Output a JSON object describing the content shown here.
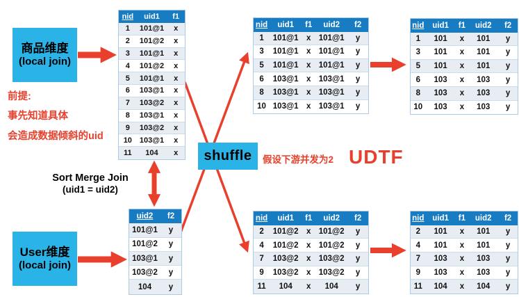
{
  "labels": {
    "product_box": {
      "line1": "商品维度",
      "line2": "(local join)"
    },
    "user_box": {
      "line1": "User维度",
      "line2": "(local join)"
    },
    "shuffle": "shuffle",
    "premise_line1": "前提:",
    "premise_line2": "事先知道具体",
    "premise_line3": "会造成数据倾斜的uid",
    "smj_line1": "Sort Merge Join",
    "smj_line2": "(uid1 = uid2)",
    "downstream_note": "假设下游并发为2",
    "udtf": "UDTF"
  },
  "colors": {
    "accent_red": "#e8402c",
    "box_cyan": "#29b3e6",
    "table_header_blue": "#187cc3",
    "row_shaded": "#e8edf4"
  },
  "tables": {
    "product_table": {
      "columns": [
        "nid",
        "uid1",
        "f1"
      ],
      "rows": [
        [
          "1",
          "101@1",
          "x"
        ],
        [
          "2",
          "101@2",
          "x"
        ],
        [
          "3",
          "101@1",
          "x"
        ],
        [
          "4",
          "101@2",
          "x"
        ],
        [
          "5",
          "101@1",
          "x"
        ],
        [
          "6",
          "103@1",
          "x"
        ],
        [
          "7",
          "103@2",
          "x"
        ],
        [
          "8",
          "103@1",
          "x"
        ],
        [
          "9",
          "103@2",
          "x"
        ],
        [
          "10",
          "103@1",
          "x"
        ],
        [
          "11",
          "104",
          "x"
        ]
      ]
    },
    "user_table": {
      "columns": [
        "uid2",
        "f2"
      ],
      "rows": [
        [
          "101@1",
          "y"
        ],
        [
          "101@2",
          "y"
        ],
        [
          "103@1",
          "y"
        ],
        [
          "103@2",
          "y"
        ],
        [
          "104",
          "y"
        ]
      ]
    },
    "shuffle_out_top": {
      "columns": [
        "nid",
        "uid1",
        "f1",
        "uid2",
        "f2"
      ],
      "rows": [
        [
          "1",
          "101@1",
          "x",
          "101@1",
          "y"
        ],
        [
          "3",
          "101@1",
          "x",
          "101@1",
          "y"
        ],
        [
          "5",
          "101@1",
          "x",
          "101@1",
          "y"
        ],
        [
          "6",
          "103@1",
          "x",
          "103@1",
          "y"
        ],
        [
          "8",
          "103@1",
          "x",
          "103@1",
          "y"
        ],
        [
          "10",
          "103@1",
          "x",
          "103@1",
          "y"
        ]
      ]
    },
    "shuffle_out_bottom": {
      "columns": [
        "nid",
        "uid1",
        "f1",
        "uid2",
        "f2"
      ],
      "rows": [
        [
          "2",
          "101@2",
          "x",
          "101@2",
          "y"
        ],
        [
          "4",
          "101@2",
          "x",
          "101@2",
          "y"
        ],
        [
          "7",
          "103@2",
          "x",
          "103@2",
          "y"
        ],
        [
          "9",
          "103@2",
          "x",
          "103@2",
          "y"
        ],
        [
          "11",
          "104",
          "x",
          "104",
          "y"
        ]
      ]
    },
    "udtf_out_top": {
      "columns": [
        "nid",
        "uid1",
        "f1",
        "uid2",
        "f2"
      ],
      "rows": [
        [
          "1",
          "101",
          "x",
          "101",
          "y"
        ],
        [
          "3",
          "101",
          "x",
          "101",
          "y"
        ],
        [
          "5",
          "101",
          "x",
          "101",
          "y"
        ],
        [
          "6",
          "103",
          "x",
          "103",
          "y"
        ],
        [
          "8",
          "103",
          "x",
          "103",
          "y"
        ],
        [
          "10",
          "103",
          "x",
          "103",
          "y"
        ]
      ]
    },
    "udtf_out_bottom": {
      "columns": [
        "nid",
        "uid1",
        "f1",
        "uid2",
        "f2"
      ],
      "rows": [
        [
          "2",
          "101",
          "x",
          "101",
          "y"
        ],
        [
          "4",
          "101",
          "x",
          "101",
          "y"
        ],
        [
          "7",
          "103",
          "x",
          "103",
          "y"
        ],
        [
          "9",
          "103",
          "x",
          "103",
          "y"
        ],
        [
          "11",
          "104",
          "x",
          "104",
          "y"
        ]
      ]
    }
  }
}
